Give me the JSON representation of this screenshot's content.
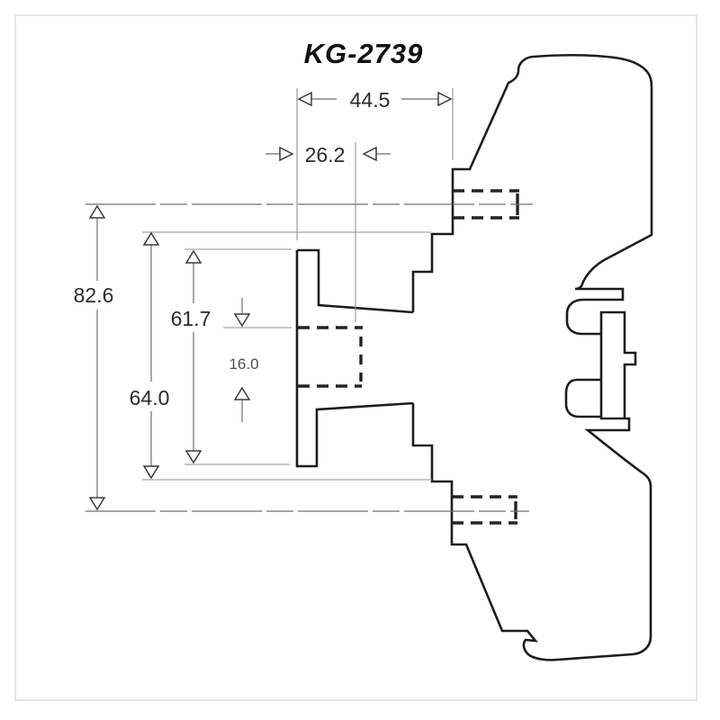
{
  "title": "KG-2739",
  "drawing": {
    "type": "technical-dimension-drawing",
    "part_view": "side profile of mounting bracket with hidden bolt holes and rail clip",
    "dimensions": {
      "horizontal_overall": "44.5",
      "horizontal_inner": "26.2",
      "vertical_outer": "82.6",
      "vertical_step": "64.0",
      "vertical_plate": "61.7",
      "vertical_slot": "16.0"
    },
    "colors": {
      "background": "#ffffff",
      "frame": "#d5d5d5",
      "outline": "#1d1d1d",
      "hidden": "#232323",
      "dimension": "#6e6e6e",
      "extension": "#8f8f8f",
      "text": "#2b2b2b"
    }
  }
}
